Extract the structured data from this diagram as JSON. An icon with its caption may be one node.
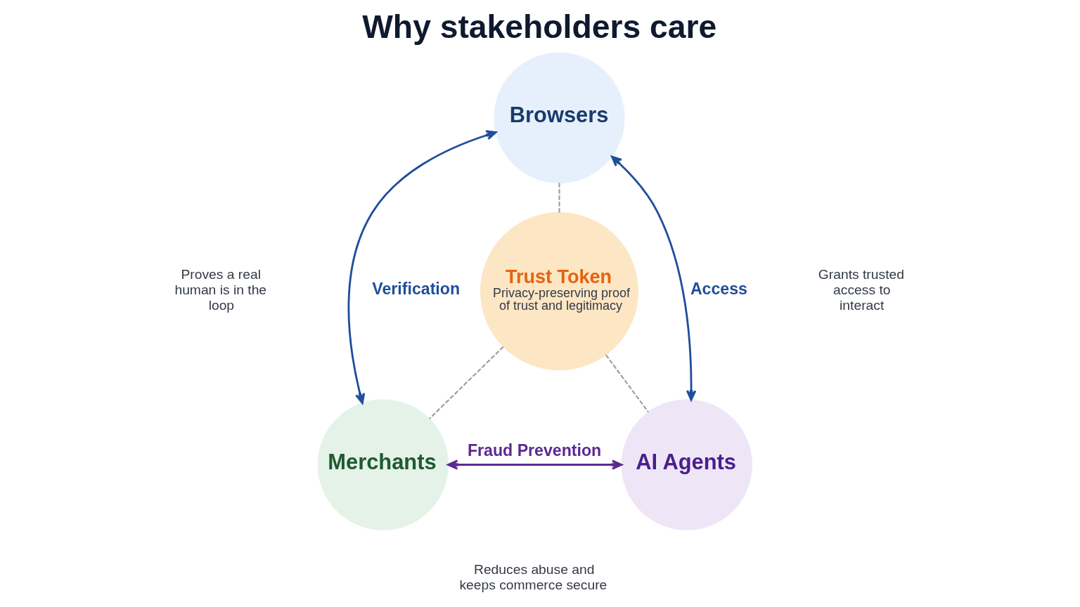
{
  "diagram": {
    "title": "Why stakeholders care",
    "nodes": [
      {
        "text": [
          "Browsers"
        ]
      },
      {
        "text": [
          "Trust Token",
          "Privacy-preserving proof of trust and legitimacy"
        ]
      },
      {
        "text": [
          "Merchants"
        ]
      },
      {
        "text": [
          "AI Agents"
        ]
      }
    ],
    "edges": [
      {
        "from": 0,
        "to": 2,
        "arrow": "both",
        "label": "Verification",
        "color": "#1f4e9a"
      },
      {
        "from": 0,
        "to": 1,
        "arrow": "none",
        "style": "dashed"
      },
      {
        "from": 0,
        "to": 3,
        "arrow": "both",
        "label": "Access",
        "color": "#1f4e9a"
      },
      {
        "from": 1,
        "to": 2,
        "arrow": "none",
        "style": "dashed"
      },
      {
        "from": 1,
        "to": 3,
        "arrow": "none",
        "style": "dashed"
      },
      {
        "from": 2,
        "to": 3,
        "arrow": "both",
        "label": "Fraud Prevention",
        "color": "#5b2a91"
      }
    ],
    "labels": [
      "Proves a real human is in the loop",
      "Grants trusted access to interact",
      "Reduces abuse and keeps commerce secure"
    ]
  }
}
